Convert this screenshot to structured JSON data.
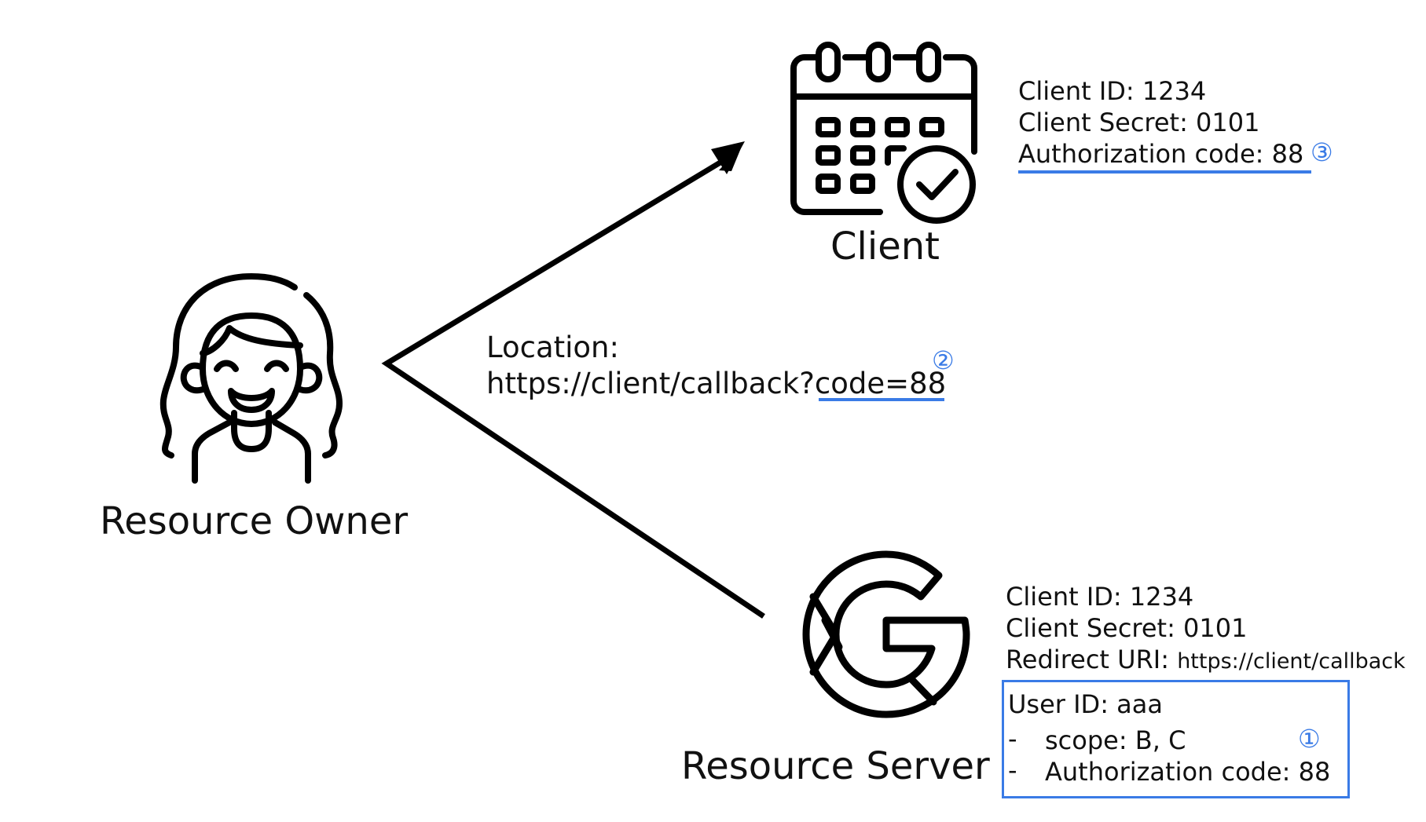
{
  "nodes": {
    "client": {
      "label": "Client"
    },
    "resource_owner": {
      "label": "Resource Owner"
    },
    "resource_server": {
      "label": "Resource Server"
    }
  },
  "client_info": {
    "client_id": "Client ID: 1234",
    "client_secret": "Client Secret: 0101",
    "auth_code": "Authorization code: 88",
    "marker": "③"
  },
  "redirect": {
    "line1": "Location:",
    "line2_prefix": "https://client/callback?",
    "line2_code": "code=88",
    "marker": "②"
  },
  "server_info": {
    "client_id": "Client ID: 1234",
    "client_secret": "Client Secret: 0101",
    "redirect_label": "Redirect URI: ",
    "redirect_value": "https://client/callback",
    "user_box": {
      "user_id": "User ID: aaa",
      "dash": "-",
      "scope": "scope: B, C",
      "auth_code": "Authorization code: 88",
      "marker": "①"
    }
  },
  "colors": {
    "accent": "#3a7be6",
    "stroke": "#000000"
  }
}
